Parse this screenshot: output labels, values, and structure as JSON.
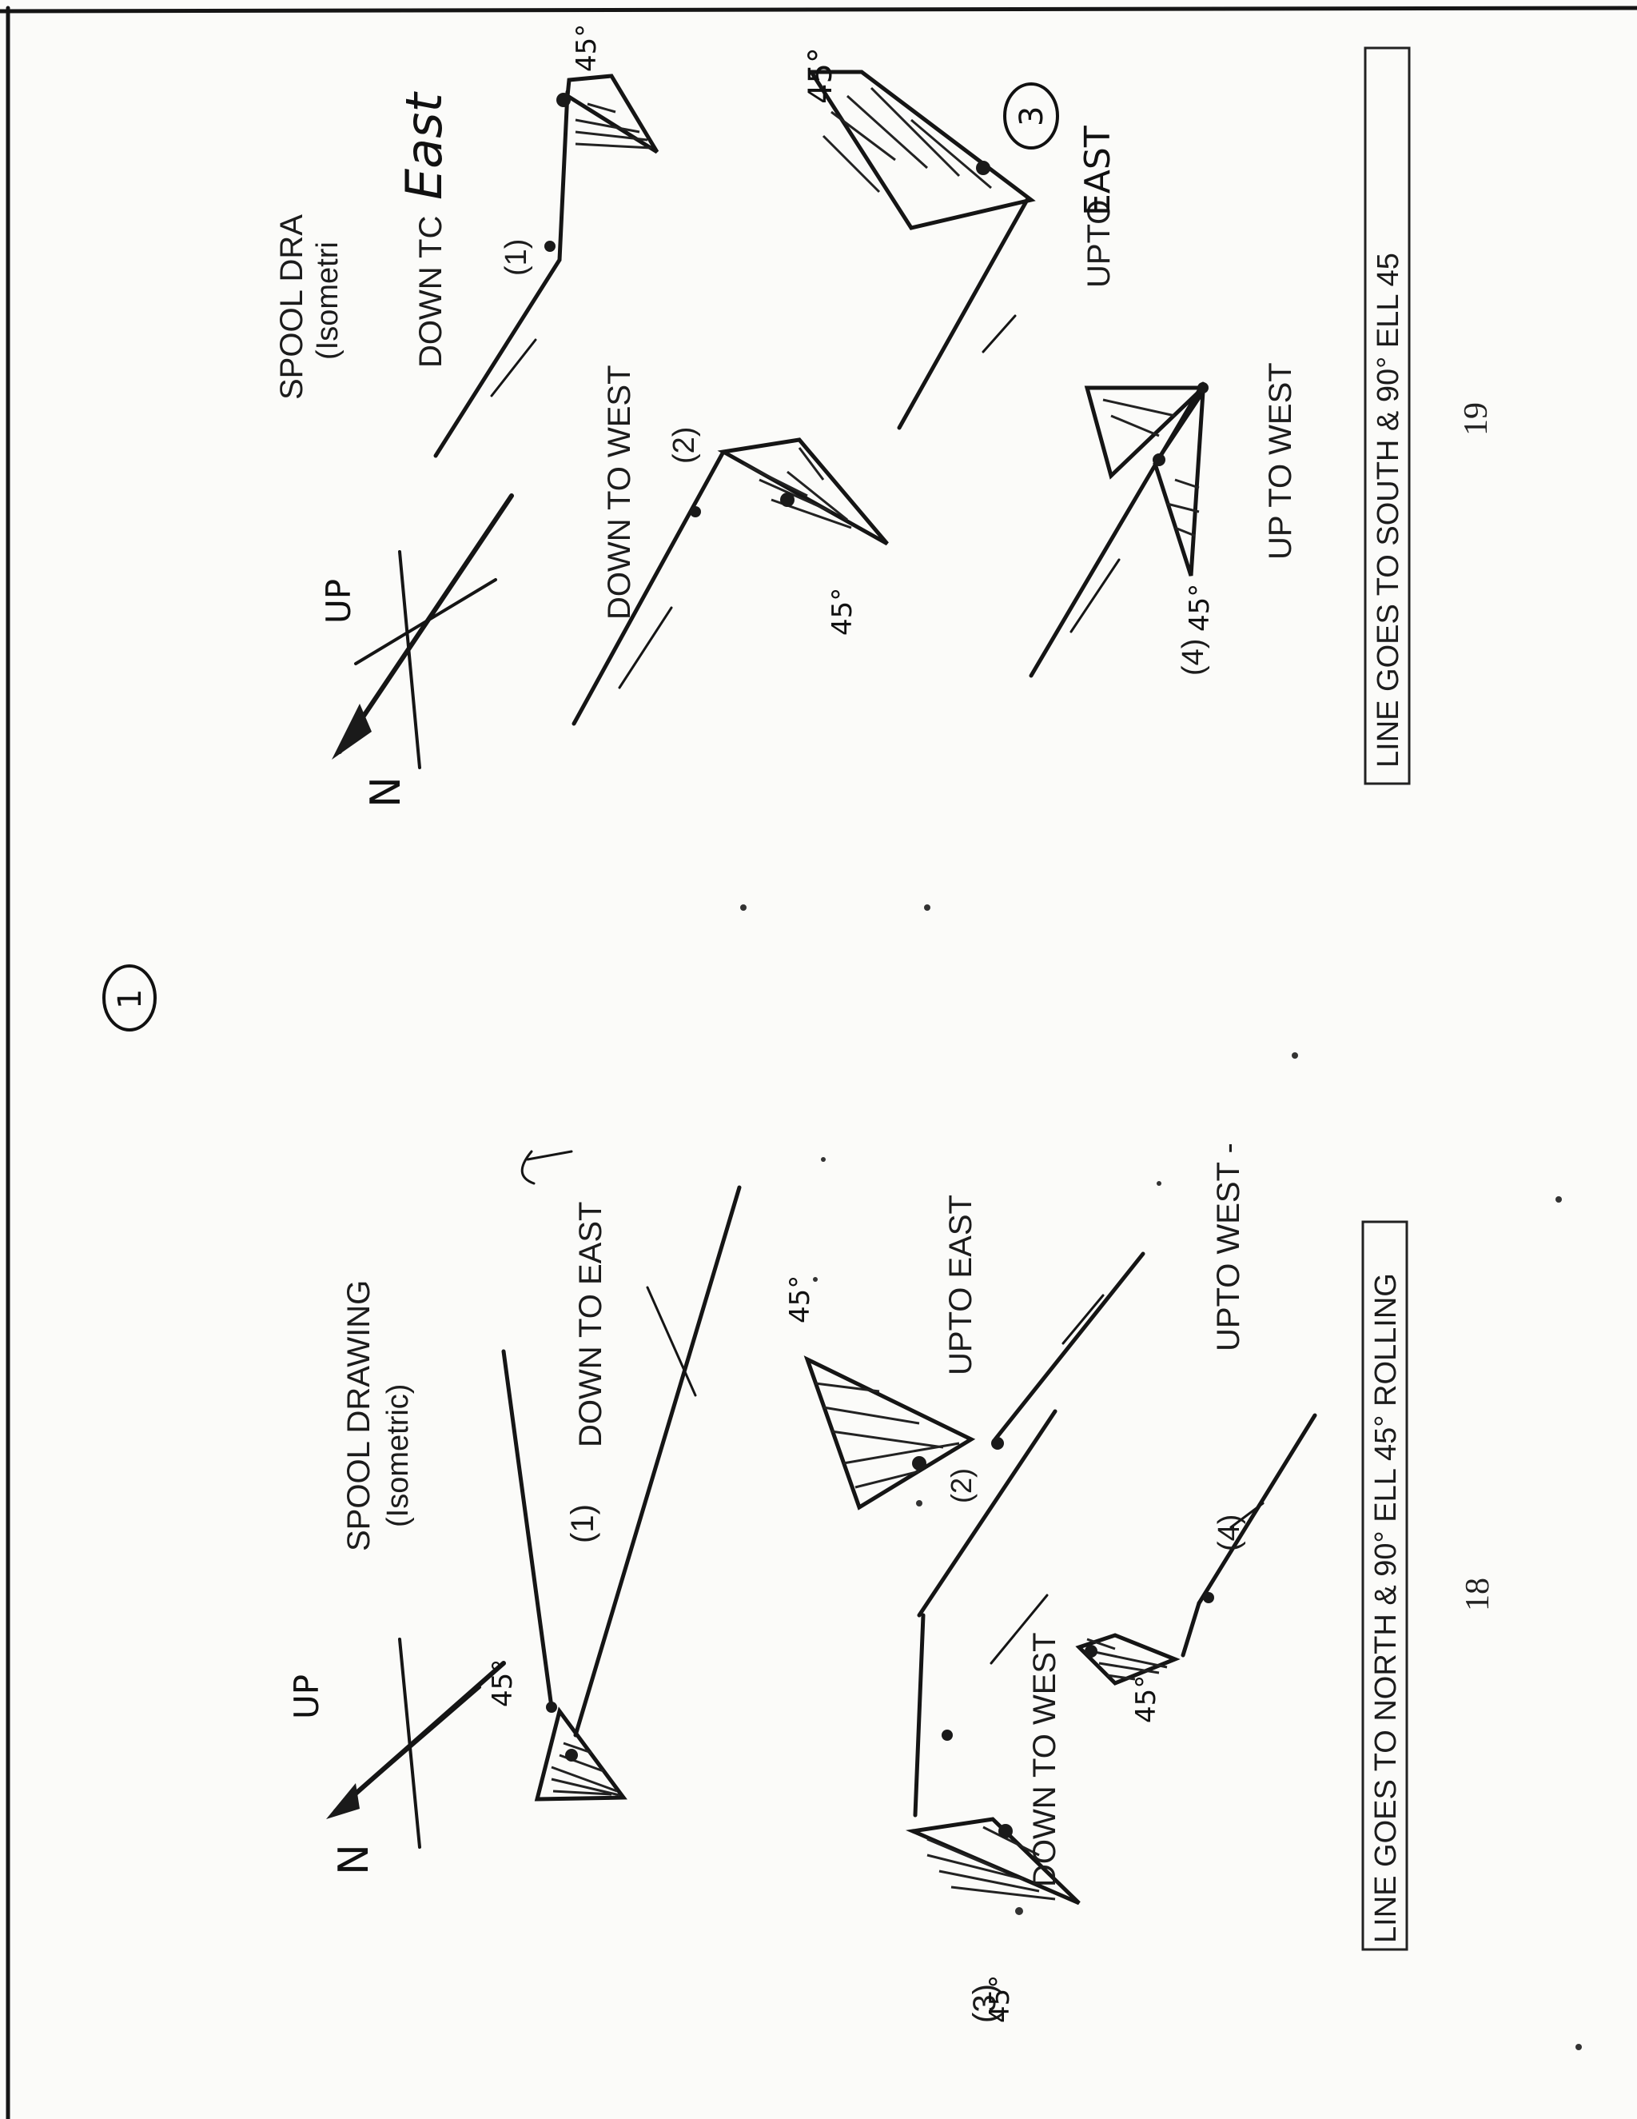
{
  "page18": {
    "title": "SPOOL DRAWING",
    "subtitle": "(Isometric)",
    "compass_up": "UP",
    "compass_n": "N",
    "items": [
      {
        "num": "(1)",
        "label": "DOWN TO EAST"
      },
      {
        "num": "(2)",
        "label": "UPTO EAST"
      },
      {
        "num": "(3)",
        "label": "DOWN TO WEST"
      },
      {
        "num": "(4)",
        "label": "UPTO WEST -"
      }
    ],
    "angle_mark": "45°",
    "caption": "LINE GOES TO NORTH & 90° ELL 45° ROLLING",
    "page_number": "18"
  },
  "page19": {
    "title": "SPOOL DRA",
    "subtitle": "(Isometri",
    "compass_up": "UP",
    "compass_n": "N",
    "items": [
      {
        "num": "(1)",
        "label_prefix": "DOWN TC",
        "label_hand": "East"
      },
      {
        "num": "(2)",
        "label": "DOWN TO WEST"
      },
      {
        "num": "3",
        "label_prefix": "UPTO",
        "label_hand": "EAST"
      },
      {
        "num": "(4)",
        "label": "UP TO WEST"
      }
    ],
    "angle_mark": "45°",
    "caption": "LINE GOES TO SOUTH & 90° ELL 45",
    "page_number": "19"
  },
  "center_mark": "1"
}
